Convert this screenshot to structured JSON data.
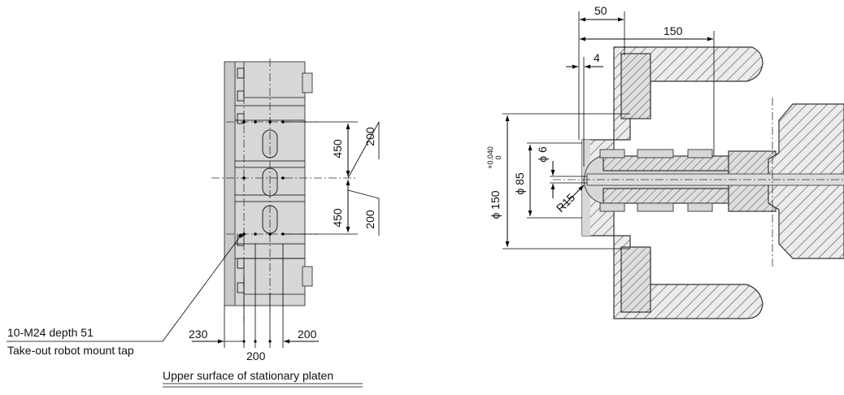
{
  "left_view": {
    "dim_450_upper": "450",
    "dim_450_lower": "450",
    "dim_200_upper": "200",
    "dim_200_lower": "200",
    "dim_230": "230",
    "dim_200_right": "200",
    "dim_200_bottom": "200",
    "tap_label_line1": "10-M24 depth 51",
    "tap_label_line2": "Take-out robot mount tap",
    "caption": "Upper surface of stationary platen"
  },
  "right_view": {
    "dim_50": "50",
    "dim_150": "150",
    "dim_4": "4",
    "dim_phi6": "ϕ 6",
    "dim_phi85": "ϕ 85",
    "dim_r15": "R15",
    "dim_phi150": "ϕ 150",
    "tol_upper": "+0.040",
    "tol_lower": "0"
  }
}
